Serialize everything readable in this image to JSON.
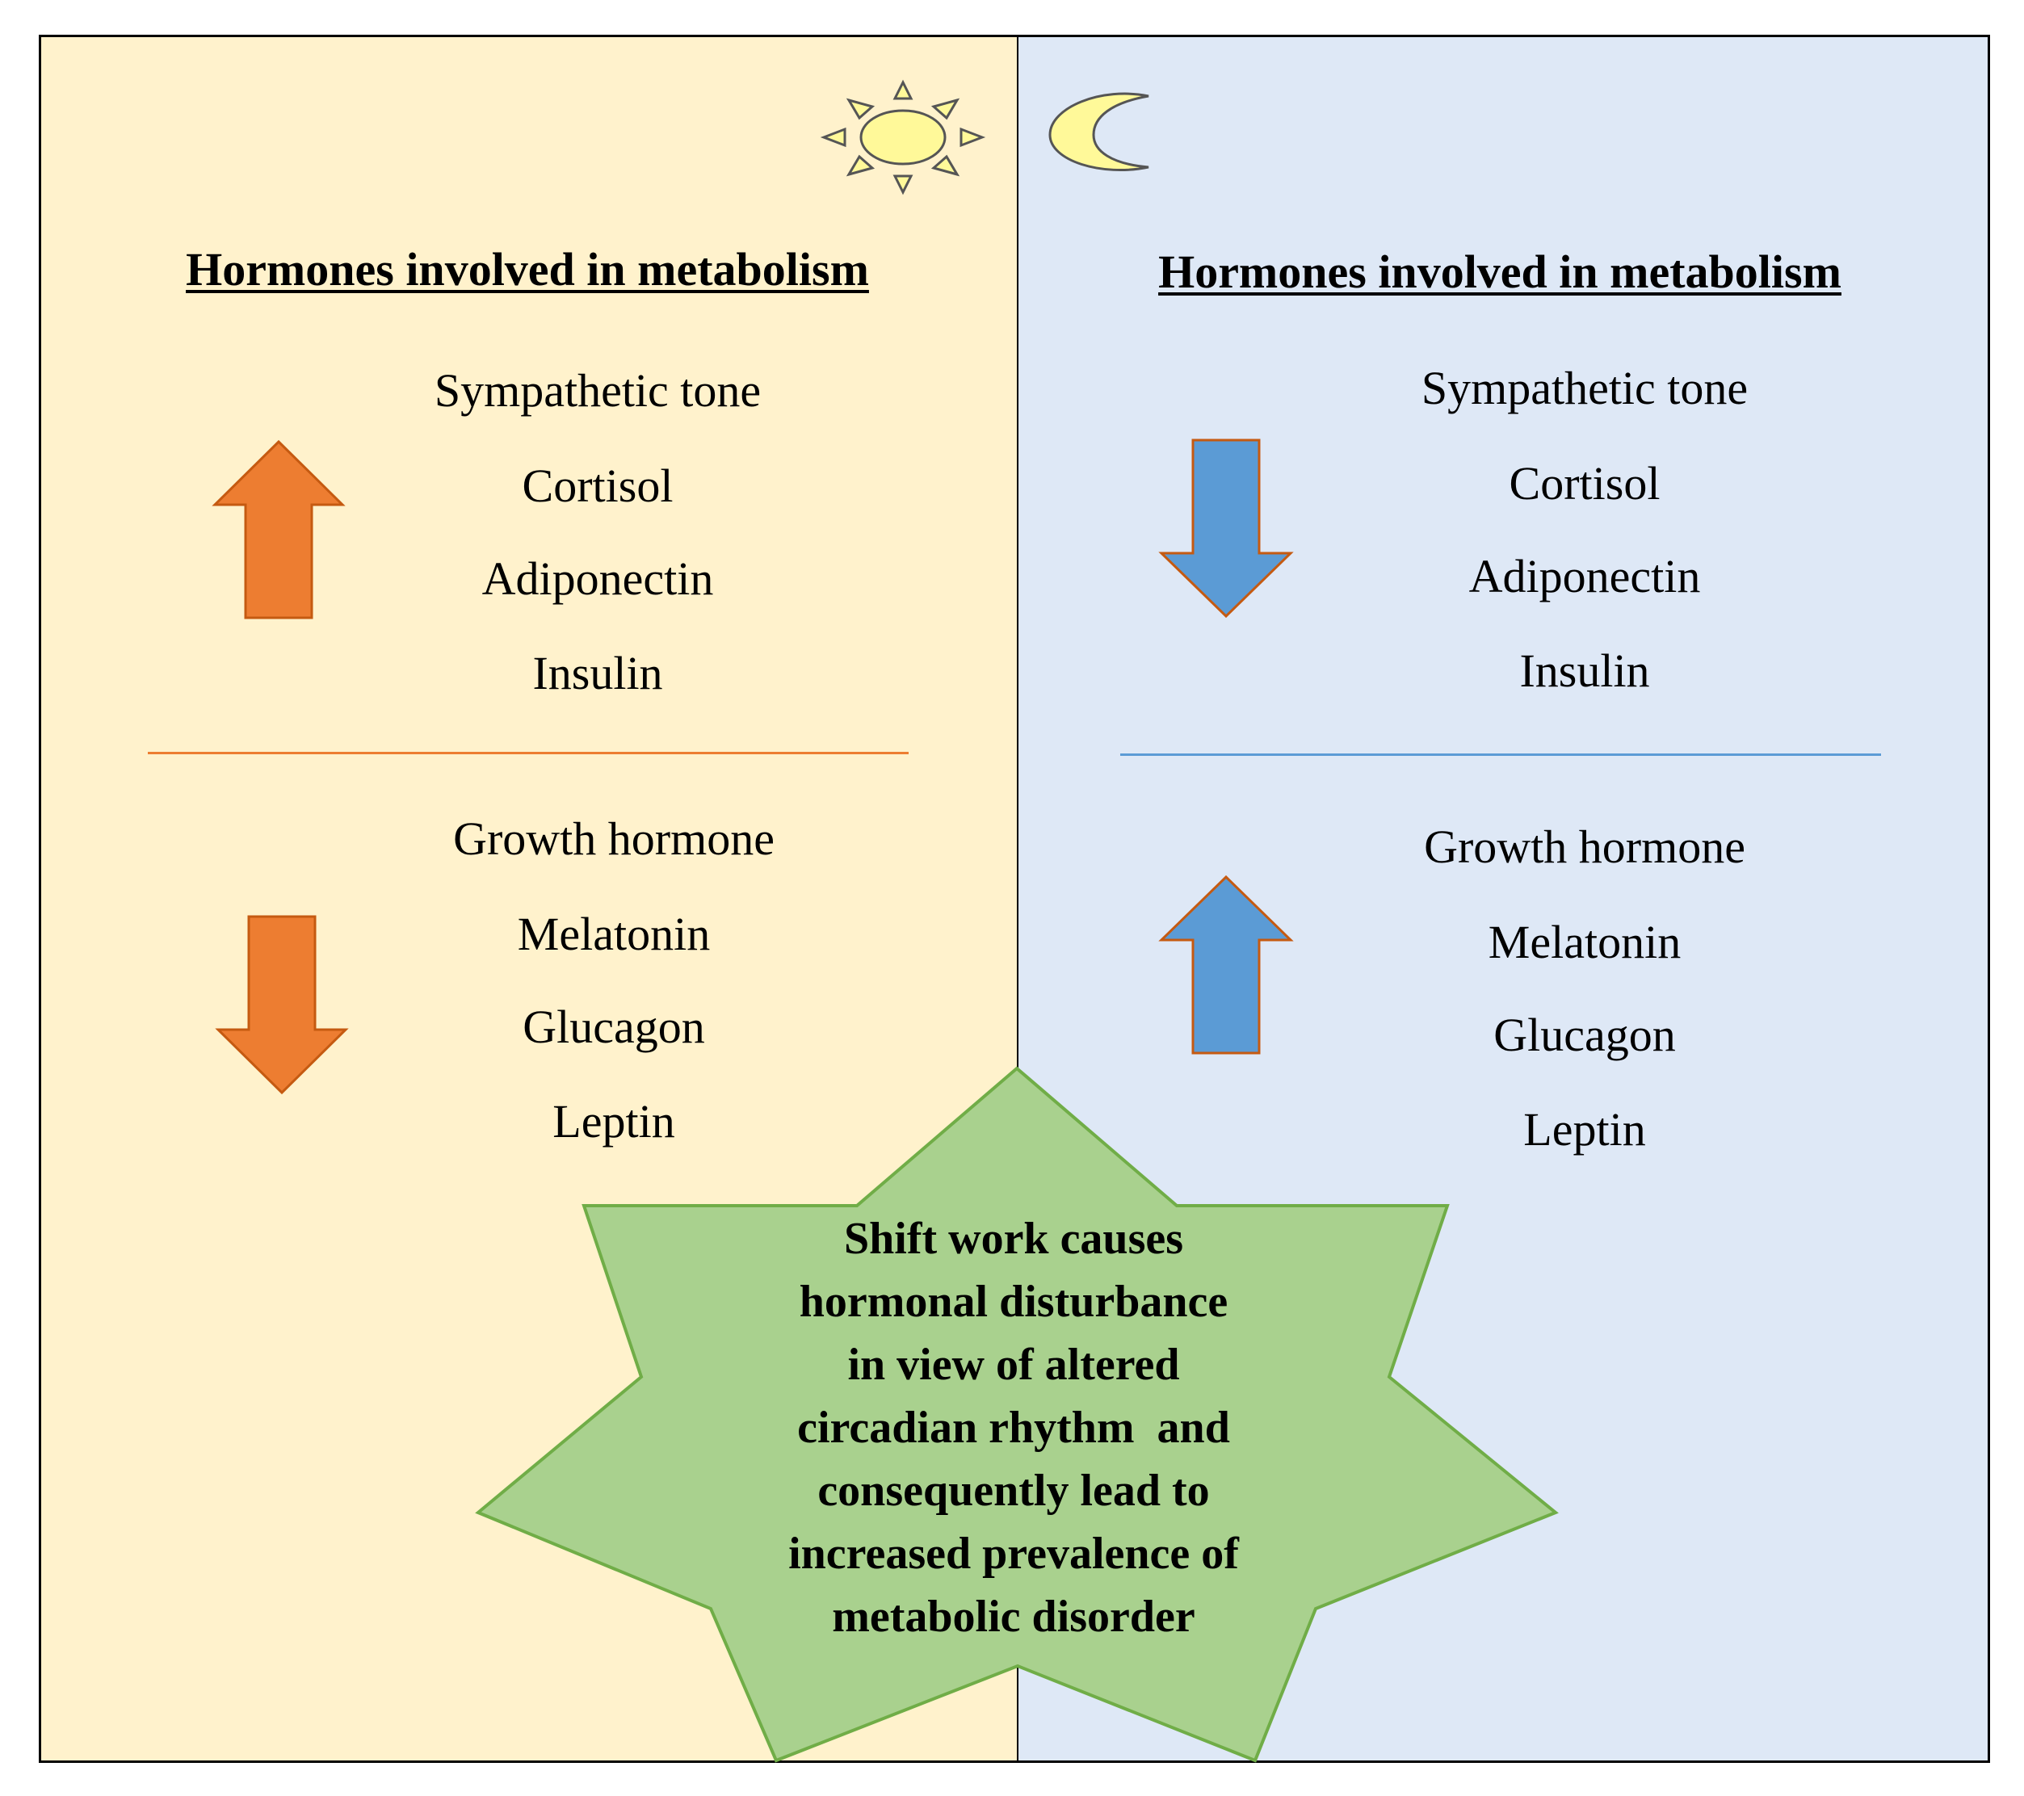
{
  "colors": {
    "day_background": "#fff2cc",
    "night_background": "#dee8f6",
    "day_arrow": "#ed7d31",
    "night_arrow": "#5b9bd5",
    "star_fill": "#a9d18e",
    "star_border": "#70ad47",
    "sun_fill": "#fff999",
    "moon_fill": "#fff999"
  },
  "icons": {
    "day": "sun-icon",
    "night": "moon-icon"
  },
  "day_panel": {
    "heading": "Hormones involved in metabolism",
    "increased": {
      "arrow": "up-arrow-icon",
      "items": [
        "Sympathetic tone",
        "Cortisol",
        "Adiponectin",
        "Insulin"
      ]
    },
    "decreased": {
      "arrow": "down-arrow-icon",
      "items": [
        "Growth hormone",
        "Melatonin",
        "Glucagon",
        "Leptin"
      ]
    }
  },
  "night_panel": {
    "heading": "Hormones involved in metabolism",
    "decreased": {
      "arrow": "down-arrow-icon",
      "items": [
        "Sympathetic tone",
        "Cortisol",
        "Adiponectin",
        "Insulin"
      ]
    },
    "increased": {
      "arrow": "up-arrow-icon",
      "items": [
        "Growth hormone",
        "Melatonin",
        "Glucagon",
        "Leptin"
      ]
    }
  },
  "star": {
    "lines": [
      "Shift work causes",
      "hormonal disturbance",
      "in view of altered",
      "circadian rhythm  and",
      "consequently lead to",
      "increased prevalence of",
      "metabolic disorder"
    ]
  }
}
